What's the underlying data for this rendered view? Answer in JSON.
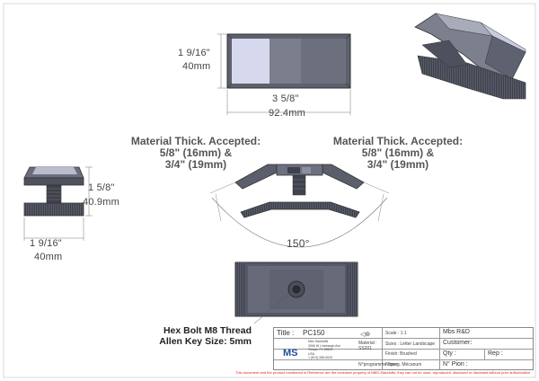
{
  "drawing": {
    "top_view": {
      "height_label": "1 9/16\"",
      "height_mm": "40mm",
      "width_label": "3 5/8\"",
      "width_mm": "92.4mm"
    },
    "left_view": {
      "height_label": "1 5/8\"",
      "height_mm": "40.9mm",
      "width_label": "1 9/16\"",
      "width_mm": "40mm"
    },
    "material_left": {
      "line1": "Material Thick. Accepted:",
      "line2": "5/8\" (16mm) &",
      "line3": "3/4\" (19mm)"
    },
    "material_right": {
      "line1": "Material Thick. Accepted:",
      "line2": "5/8\" (16mm) &",
      "line3": "3/4\" (19mm)"
    },
    "angle_label": "150°",
    "hex_callout": {
      "line1": "Hex Bolt M8 Thread",
      "line2": "Allen Key Size: 5mm"
    }
  },
  "title_block": {
    "title_label": "Title :",
    "title_value": "PC150",
    "scale": "Scale : 1:1",
    "sizes": "Sizes : Letter Landscape",
    "finish": "Finish: Brushed",
    "nprog": "N°prog. Mécanum",
    "nprog2": "N°programme laser:",
    "material_label": "Material :",
    "material_value": "SS201",
    "company_short": "MS",
    "company_addr1": "Mbs Standoffs",
    "company_addr2": "3066 W Linebaugh Ave",
    "company_addr3": "Tampa, FL 33624",
    "company_addr4": "USA",
    "company_addr5": "1 (813) 358-6025",
    "mbs_rd": "Mbs R&D",
    "customer": "Customer:",
    "qty": "Qty :",
    "rep": "Rep :",
    "npion": "N° Pion :"
  },
  "notice": "This document and the product mentioned in Reference are the exclusive property of MBS-Standoffs; they can not be used, reproduced, disclosed or disclosed without prior authorization"
}
